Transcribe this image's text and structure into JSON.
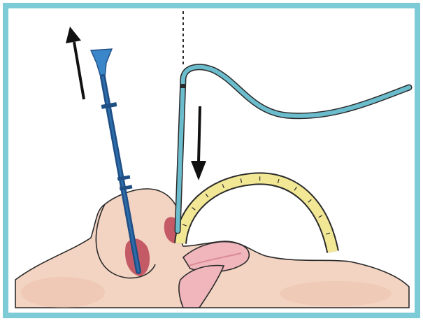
{
  "figure": {
    "caption": "",
    "elements": [
      "face-profile",
      "nostril-opening",
      "lips",
      "bougie-stylet",
      "guide-catheter",
      "oral-airway",
      "arrow-up",
      "arrow-down"
    ]
  },
  "colors": {
    "frame": "#7ccbd6",
    "background": "#ffffff",
    "skin": "#f3d3c1",
    "skin_shade": "#e7b7a3",
    "nostril": "#c45a66",
    "lip": "#f0b6bc",
    "lip_shade": "#d98a97",
    "stylet": "#3a86c8",
    "stylet_dark": "#1f4f85",
    "catheter": "#6bbccc",
    "airway": "#f2e795",
    "airway_outline": "#2b2b2b",
    "arrow": "#111111"
  }
}
